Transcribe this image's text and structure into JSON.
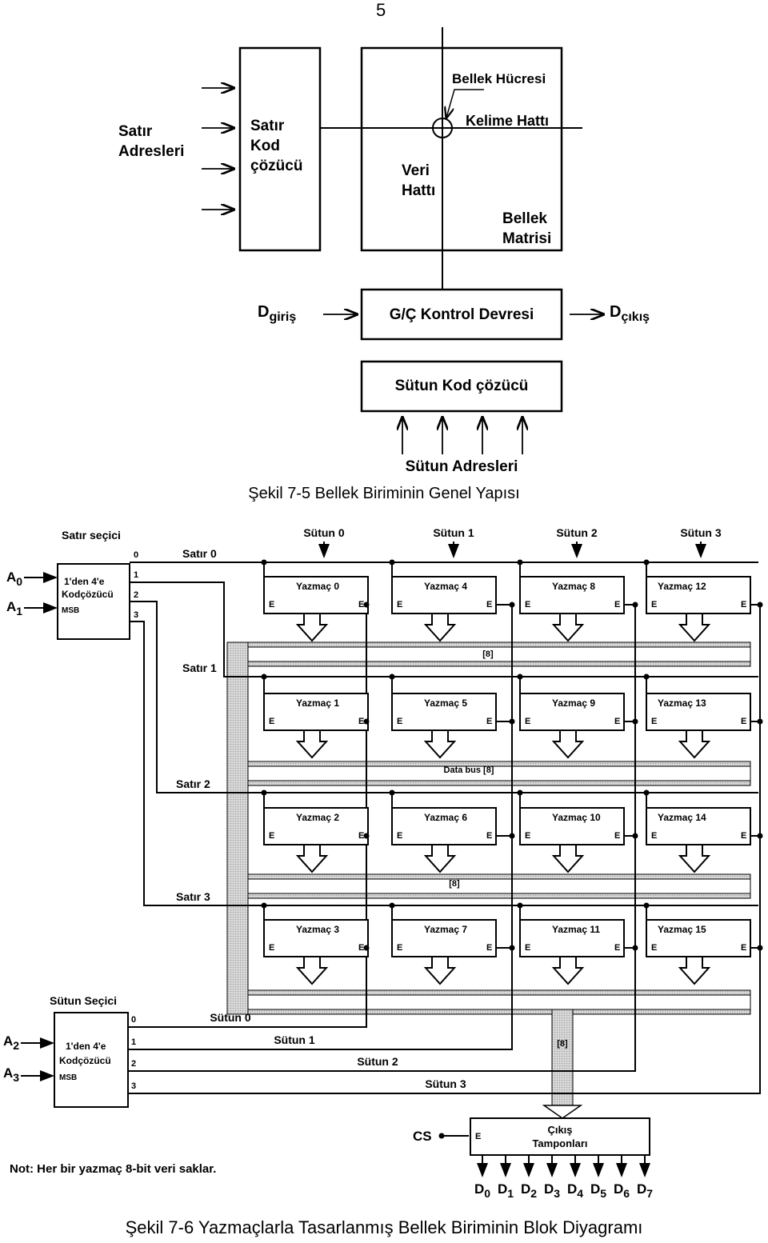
{
  "page_number": "5",
  "fig5": {
    "caption": "Şekil 7-5 Bellek Biriminin Genel Yapısı",
    "row_addresses_l1": "Satır",
    "row_addresses_l2": "Adresleri",
    "row_decoder_l1": "Satır",
    "row_decoder_l2": "Kod",
    "row_decoder_l3": "çözücü",
    "memory_cell": "Bellek Hücresi",
    "word_line": "Kelime Hattı",
    "data_line_l1": "Veri",
    "data_line_l2": "Hattı",
    "matrix_l1": "Bellek",
    "matrix_l2": "Matrisi",
    "d_in_main": "D",
    "d_in_sub": "giriş",
    "io_control": "G/Ç Kontrol Devresi",
    "d_out_main": "D",
    "d_out_sub": "çıkış",
    "col_decoder": "Sütun Kod çözücü",
    "col_addresses": "Sütun Adresleri"
  },
  "fig6": {
    "caption": "Şekil 7-6 Yazmaçlarla Tasarlanmış Bellek Biriminin Blok Diyagramı",
    "row_selector_title": "Satır seçici",
    "col_selector_title": "Sütun Seçici",
    "decoder_l1": "1'den 4'e",
    "decoder_l2": "Kodçözücü",
    "msb": "MSB",
    "inputs": [
      "A0",
      "A1",
      "A2",
      "A3"
    ],
    "outputs": [
      "0",
      "1",
      "2",
      "3"
    ],
    "row_labels": [
      "Satır 0",
      "Satır 1",
      "Satır 2",
      "Satır 3"
    ],
    "col_top_labels": [
      "Sütun 0",
      "Sütun 1",
      "Sütun 2",
      "Sütun 3"
    ],
    "col_line_labels": [
      "Sütun 0",
      "Sütun 1",
      "Sütun 2",
      "Sütun 3"
    ],
    "registers": [
      [
        "Yazmaç 0",
        "Yazmaç 4",
        "Yazmaç 8",
        "Yazmaç 12"
      ],
      [
        "Yazmaç 1",
        "Yazmaç 5",
        "Yazmaç 9",
        "Yazmaç 13"
      ],
      [
        "Yazmaç 2",
        "Yazmaç 6",
        "Yazmaç 10",
        "Yazmaç 14"
      ],
      [
        "Yazmaç 3",
        "Yazmaç 7",
        "Yazmaç 11",
        "Yazmaç 15"
      ]
    ],
    "enable": "E",
    "bus_labels": [
      "[8]",
      "Data bus [8]",
      "[8]",
      "[8]"
    ],
    "cs": "CS",
    "out_buffer_l1": "Çıkış",
    "out_buffer_l2": "Tamponları",
    "data_outputs": [
      "D0",
      "D1",
      "D2",
      "D3",
      "D4",
      "D5",
      "D6",
      "D7"
    ],
    "note": "Not: Her bir yazmaç 8-bit veri saklar."
  }
}
